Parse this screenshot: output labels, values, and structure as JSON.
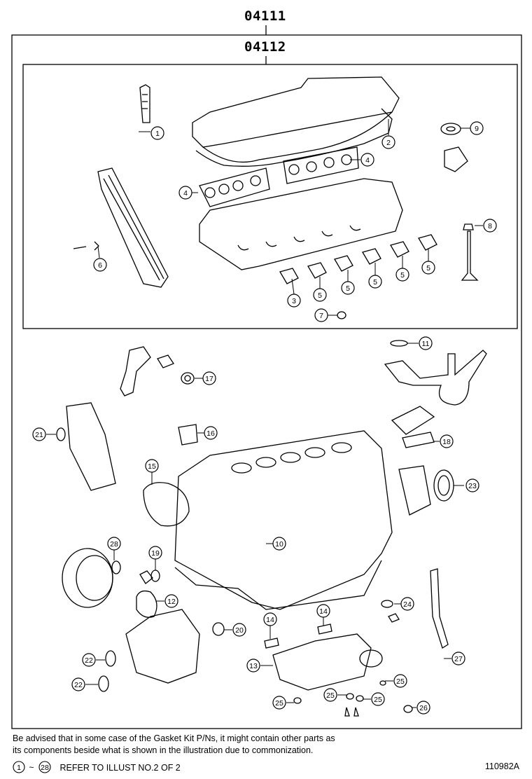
{
  "kits": {
    "outer": "04111",
    "inner": "04112"
  },
  "callouts": [
    {
      "n": "1"
    },
    {
      "n": "2"
    },
    {
      "n": "4"
    },
    {
      "n": "9"
    },
    {
      "n": "4"
    },
    {
      "n": "8"
    },
    {
      "n": "6"
    },
    {
      "n": "5"
    },
    {
      "n": "5"
    },
    {
      "n": "5"
    },
    {
      "n": "5"
    },
    {
      "n": "5"
    },
    {
      "n": "3"
    },
    {
      "n": "7"
    },
    {
      "n": "11"
    },
    {
      "n": "17"
    },
    {
      "n": "21"
    },
    {
      "n": "16"
    },
    {
      "n": "18"
    },
    {
      "n": "15"
    },
    {
      "n": "23"
    },
    {
      "n": "10"
    },
    {
      "n": "28"
    },
    {
      "n": "19"
    },
    {
      "n": "12"
    },
    {
      "n": "24"
    },
    {
      "n": "14"
    },
    {
      "n": "14"
    },
    {
      "n": "20"
    },
    {
      "n": "22"
    },
    {
      "n": "13"
    },
    {
      "n": "27"
    },
    {
      "n": "22"
    },
    {
      "n": "25"
    },
    {
      "n": "25"
    },
    {
      "n": "25"
    },
    {
      "n": "25"
    },
    {
      "n": "26"
    }
  ],
  "notes": {
    "line1": "Be advised that in some case of the Gasket Kit P/Ns,  it might contain other parts as",
    "line2": "its components beside what is shown in the illustration due to commonization."
  },
  "reference": {
    "from": "1",
    "to": "28",
    "text": "REFER TO ILLUST NO.2 OF 2"
  },
  "figure_id": "110982A"
}
